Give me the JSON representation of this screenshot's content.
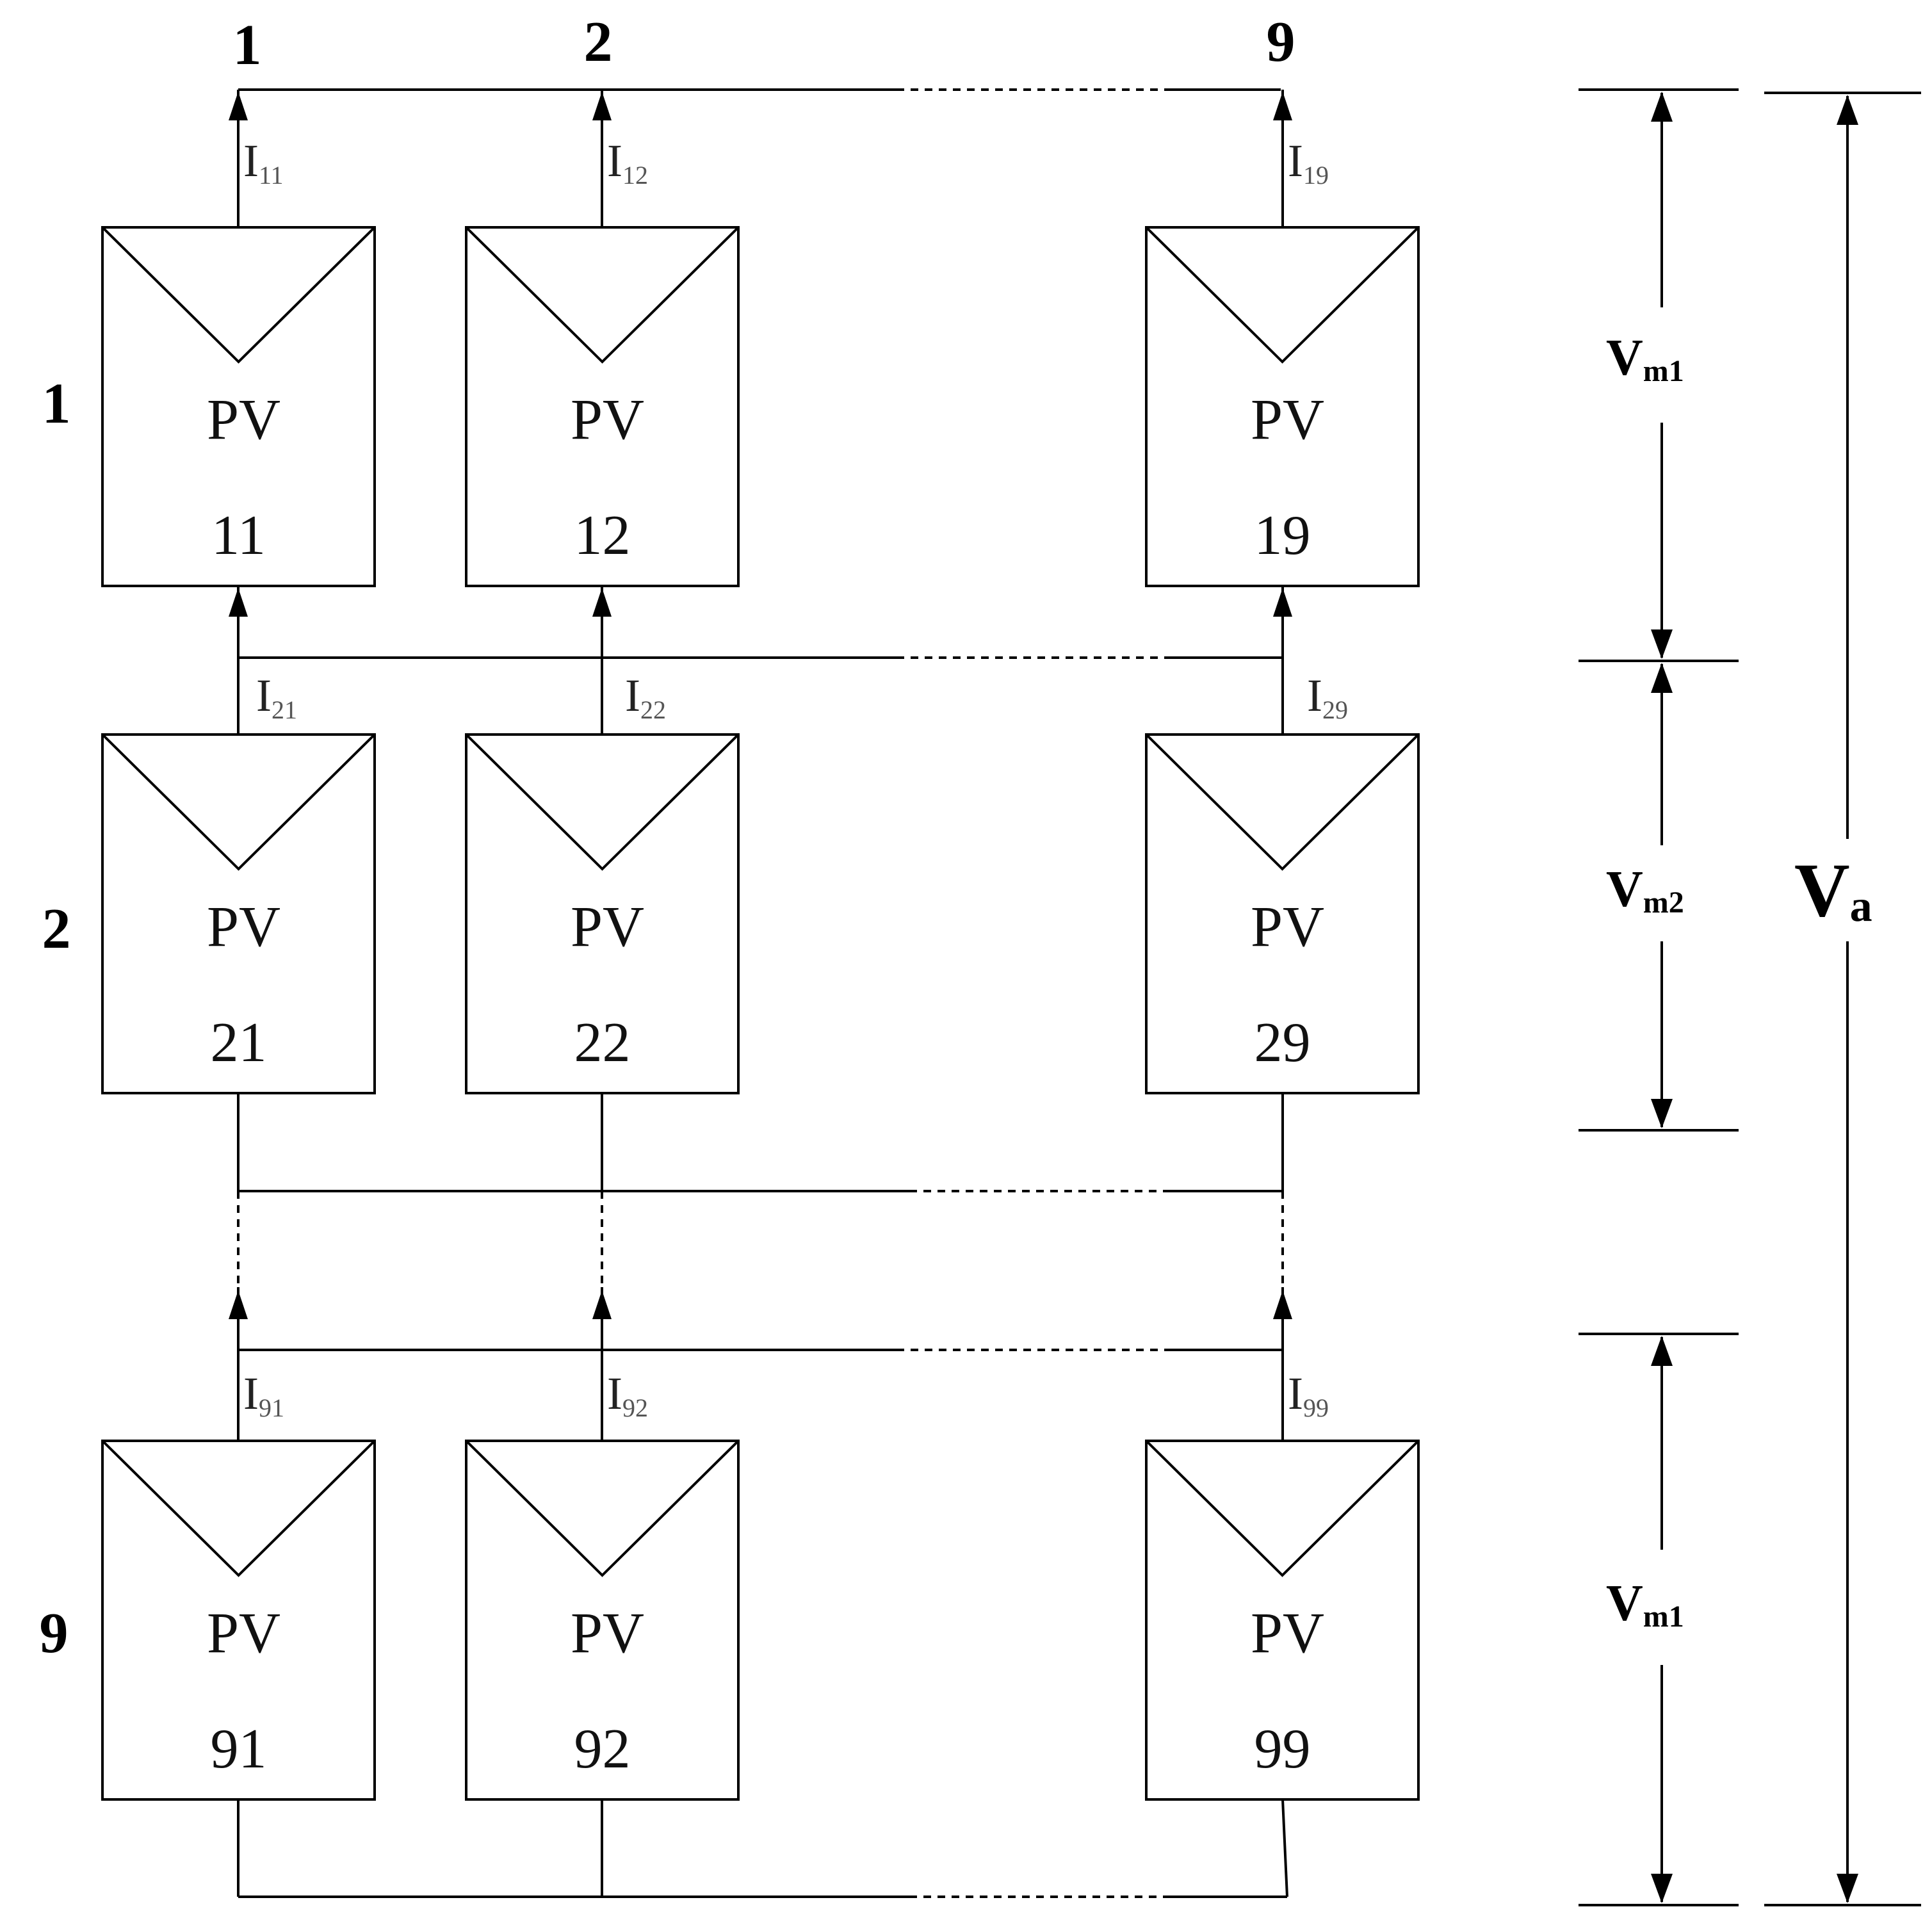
{
  "column_labels": [
    "1",
    "2",
    "9"
  ],
  "row_labels": [
    "1",
    "2",
    "9"
  ],
  "module_label": "PV",
  "modules": [
    [
      "11",
      "12",
      "19"
    ],
    [
      "21",
      "22",
      "29"
    ],
    [
      "91",
      "92",
      "99"
    ]
  ],
  "currents": [
    [
      {
        "main": "I",
        "sub": "11"
      },
      {
        "main": "I",
        "sub": "12"
      },
      {
        "main": "I",
        "sub": "19"
      }
    ],
    [
      {
        "main": "I",
        "sub": "21"
      },
      {
        "main": "I",
        "sub": "22"
      },
      {
        "main": "I",
        "sub": "29"
      }
    ],
    [
      {
        "main": "I",
        "sub": "91"
      },
      {
        "main": "I",
        "sub": "92"
      },
      {
        "main": "I",
        "sub": "99"
      }
    ]
  ],
  "module_voltages": [
    {
      "main": "V",
      "sub": "m1"
    },
    {
      "main": "V",
      "sub": "m2"
    },
    {
      "main": "V",
      "sub": "m1"
    }
  ],
  "array_voltage": {
    "main": "V",
    "sub": "a"
  }
}
